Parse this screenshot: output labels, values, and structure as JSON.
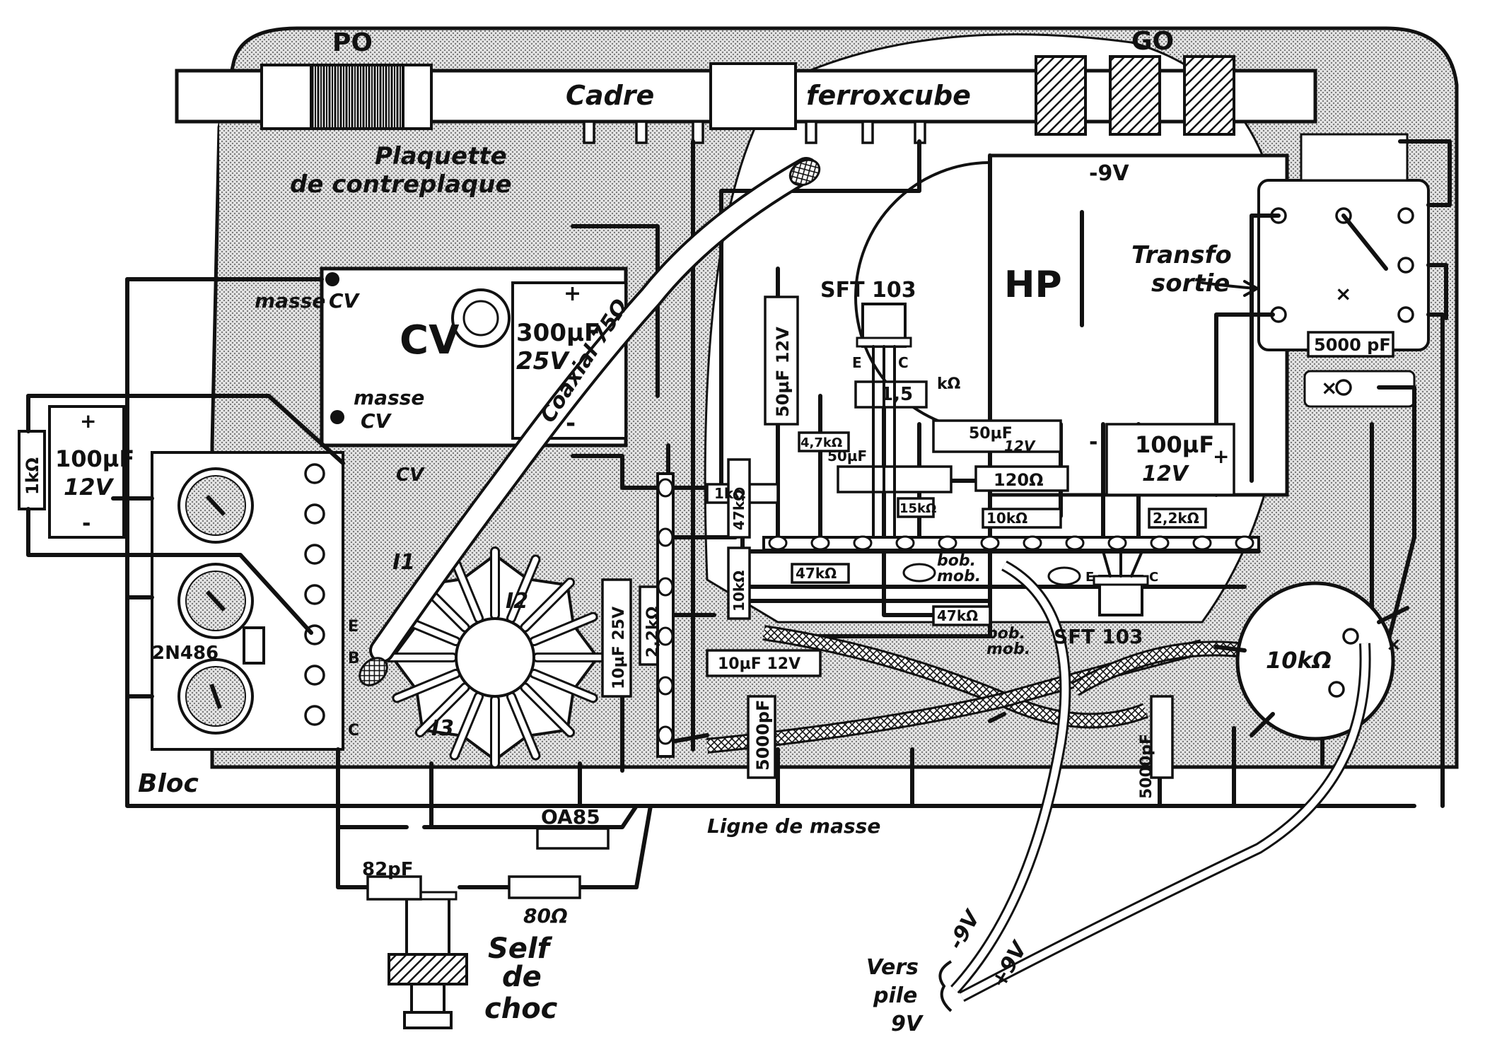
{
  "labels": {
    "po": "PO",
    "go": "GO",
    "cadre": "Cadre",
    "ferroxcube": "ferroxcube",
    "plaquette_1": "Plaquette",
    "plaquette_2": "de contreplaque",
    "masse_cv_1a": "masse",
    "masse_cv_1b": "CV",
    "masse_cv_2a": "masse",
    "masse_cv_2b": "CV",
    "cv_big": "CV",
    "cv_small": "CV",
    "cap_300": "300µF",
    "cap_300_v": "25V",
    "coaxial": "Coaxial 75Ω",
    "res_1k": "1kΩ",
    "cap_100_left": "100µF",
    "cap_100_left_v": "12V",
    "transistor_2n486": "2N486",
    "bloc": "Bloc",
    "pin_e": "E",
    "pin_b": "B",
    "pin_c": "C",
    "i1": "I1",
    "i2": "I2",
    "i3": "I3",
    "cap_10_25": "10µF 25V",
    "res_2k2_v": "2,2kΩ",
    "cap_10_12": "10µF 12V",
    "cap_5000_a": "5000pF",
    "diode": "OA85",
    "cap_82": "82pF",
    "res_80": "80Ω",
    "self_1": "Self",
    "self_2": "de",
    "self_3": "choc",
    "ligne_masse": "Ligne de masse",
    "sft_top": "SFT 103",
    "sft_top_e": "E",
    "sft_top_c": "C",
    "cap_50_12": "50µF 12V",
    "res_1k5": "1,5",
    "kohm_unit": "kΩ",
    "res_4k7": "4,7kΩ",
    "cap_50_small": "50µF",
    "cap_50_12b": "50µF",
    "cap_50_12b_v": "12V",
    "res_120": "120Ω",
    "res_10k_a": "10kΩ",
    "res_15k": "15kΩ",
    "res_1k_b": "1kΩ",
    "res_47k_v": "47kΩ",
    "res_10k_v": "10kΩ",
    "res_47k_a": "47kΩ",
    "res_47k_b": "47kΩ",
    "bob_mob_1a": "bob.",
    "bob_mob_1b": "mob.",
    "bob_mob_2a": "bob.",
    "bob_mob_2b": "mob.",
    "sft_bottom": "SFT 103",
    "sft_bottom_e": "E",
    "sft_bottom_c": "C",
    "hp": "HP",
    "minus_9v_top": "-9V",
    "cap_100_right": "100µF",
    "cap_100_right_v": "12V",
    "res_2k2_h": "2,2kΩ",
    "transfo_1": "Transfo",
    "transfo_2": "sortie",
    "cap_5000_b": "5000 pF",
    "x_mark_1": "×",
    "x_mark_2": "×",
    "x_mark_3": "×",
    "pot_10k": "10kΩ",
    "cap_5000_c": "5000pF",
    "vers_1": "Vers",
    "vers_2": "pile",
    "vers_3": "9V",
    "minus_9v_bottom": "-9V",
    "plus_9v_bottom": "+9V",
    "plus": "+",
    "minus": "-"
  },
  "colors": {
    "ink": "#111111",
    "shade": "#cfcfcf",
    "paper": "#ffffff"
  }
}
